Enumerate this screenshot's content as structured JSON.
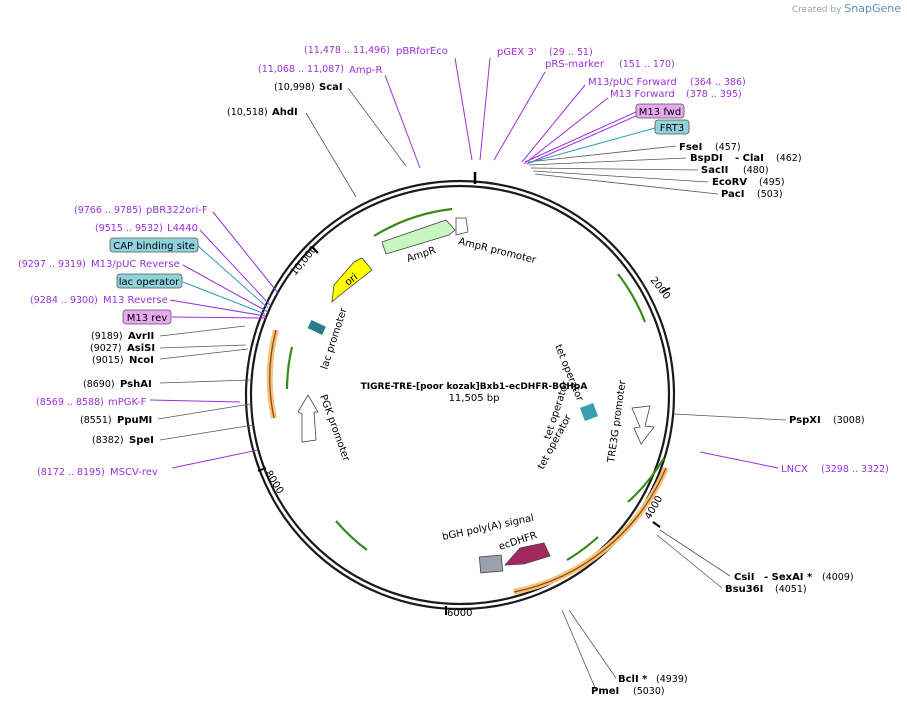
{
  "credit": {
    "prefix": "Created by",
    "brand": "SnapGene"
  },
  "plasmid": {
    "name": "TIGRE-TRE-[poor kozak]Bxb1-ecDHFR-BGHpA",
    "length_label": "11,505 bp"
  },
  "ticks": [
    "2000",
    "4000",
    "6000",
    "8000",
    "10,000"
  ],
  "sites_right": [
    {
      "name": "FseI",
      "pos": "(457)"
    },
    {
      "name": "BspDI",
      "sep": "- ClaI",
      "pos": "(462)"
    },
    {
      "name": "SacII",
      "pos": "(480)"
    },
    {
      "name": "EcoRV",
      "pos": "(495)"
    },
    {
      "name": "PacI",
      "pos": "(503)"
    },
    {
      "name": "PspXI",
      "pos": "(3008)"
    },
    {
      "name": "CsiI",
      "sep": "- SexAI *",
      "pos": "(4009)"
    },
    {
      "name": "Bsu36I",
      "pos": "(4051)"
    },
    {
      "name": "BclI *",
      "pos": "(4939)"
    },
    {
      "name": "PmeI",
      "pos": "(5030)"
    }
  ],
  "sites_left": [
    {
      "name": "ScaI",
      "pos": "(10,998)"
    },
    {
      "name": "AhdI",
      "pos": "(10,518)"
    },
    {
      "name": "AvrII",
      "pos": "(9189)"
    },
    {
      "name": "AsiSI",
      "pos": "(9027)"
    },
    {
      "name": "NcoI",
      "pos": "(9015)"
    },
    {
      "name": "PshAI",
      "pos": "(8690)"
    },
    {
      "name": "PpuMI",
      "pos": "(8551)"
    },
    {
      "name": "SpeI",
      "pos": "(8382)"
    }
  ],
  "primers": [
    {
      "name": "pBRforEco",
      "pos": "(11,478 .. 11,496)"
    },
    {
      "name": "Amp-R",
      "pos": "(11,068 .. 11,087)"
    },
    {
      "name": "pGEX 3'",
      "pos": "(29 .. 51)"
    },
    {
      "name": "pRS-marker",
      "pos": "(151 .. 170)"
    },
    {
      "name": "M13/pUC Forward",
      "pos": "(364 .. 386)"
    },
    {
      "name": "M13 Forward",
      "pos": "(378 .. 395)"
    },
    {
      "name": "pBR322ori-F",
      "pos": "(9766 .. 9785)"
    },
    {
      "name": "L4440",
      "pos": "(9515 .. 9532)"
    },
    {
      "name": "M13/pUC Reverse",
      "pos": "(9297 .. 9319)"
    },
    {
      "name": "M13 Reverse",
      "pos": "(9284 .. 9300)"
    },
    {
      "name": "mPGK-F",
      "pos": "(8569 .. 8588)"
    },
    {
      "name": "MSCV-rev",
      "pos": "(8172 .. 8195)"
    },
    {
      "name": "LNCX",
      "pos": "(3298 .. 3322)"
    }
  ],
  "boxed": [
    {
      "name": "M13 fwd",
      "color": "#e7a9f0"
    },
    {
      "name": "FRT3",
      "color": "#8fd3dc"
    },
    {
      "name": "CAP binding site",
      "color": "#8fd3dc"
    },
    {
      "name": "lac operator",
      "color": "#8fd3dc"
    },
    {
      "name": "M13 rev",
      "color": "#e7a9f0"
    }
  ],
  "features": [
    "AmpR promoter",
    "AmpR",
    "ori",
    "lac promoter",
    "PGK promoter",
    "tet operator",
    "tet operator",
    "tet operator",
    "TRE3G promoter",
    "bGH poly(A) signal",
    "ecDHFR"
  ],
  "colors": {
    "backbone": "#1a1a1a",
    "primer": "#9b30d9",
    "ampr": "#c8f5c0",
    "ori": "#ffff00",
    "ecdhfr": "#a3285d",
    "bgh": "#9aa3ad",
    "orf": "#f6c27a",
    "orf_arrow": "#3a8a1a"
  }
}
